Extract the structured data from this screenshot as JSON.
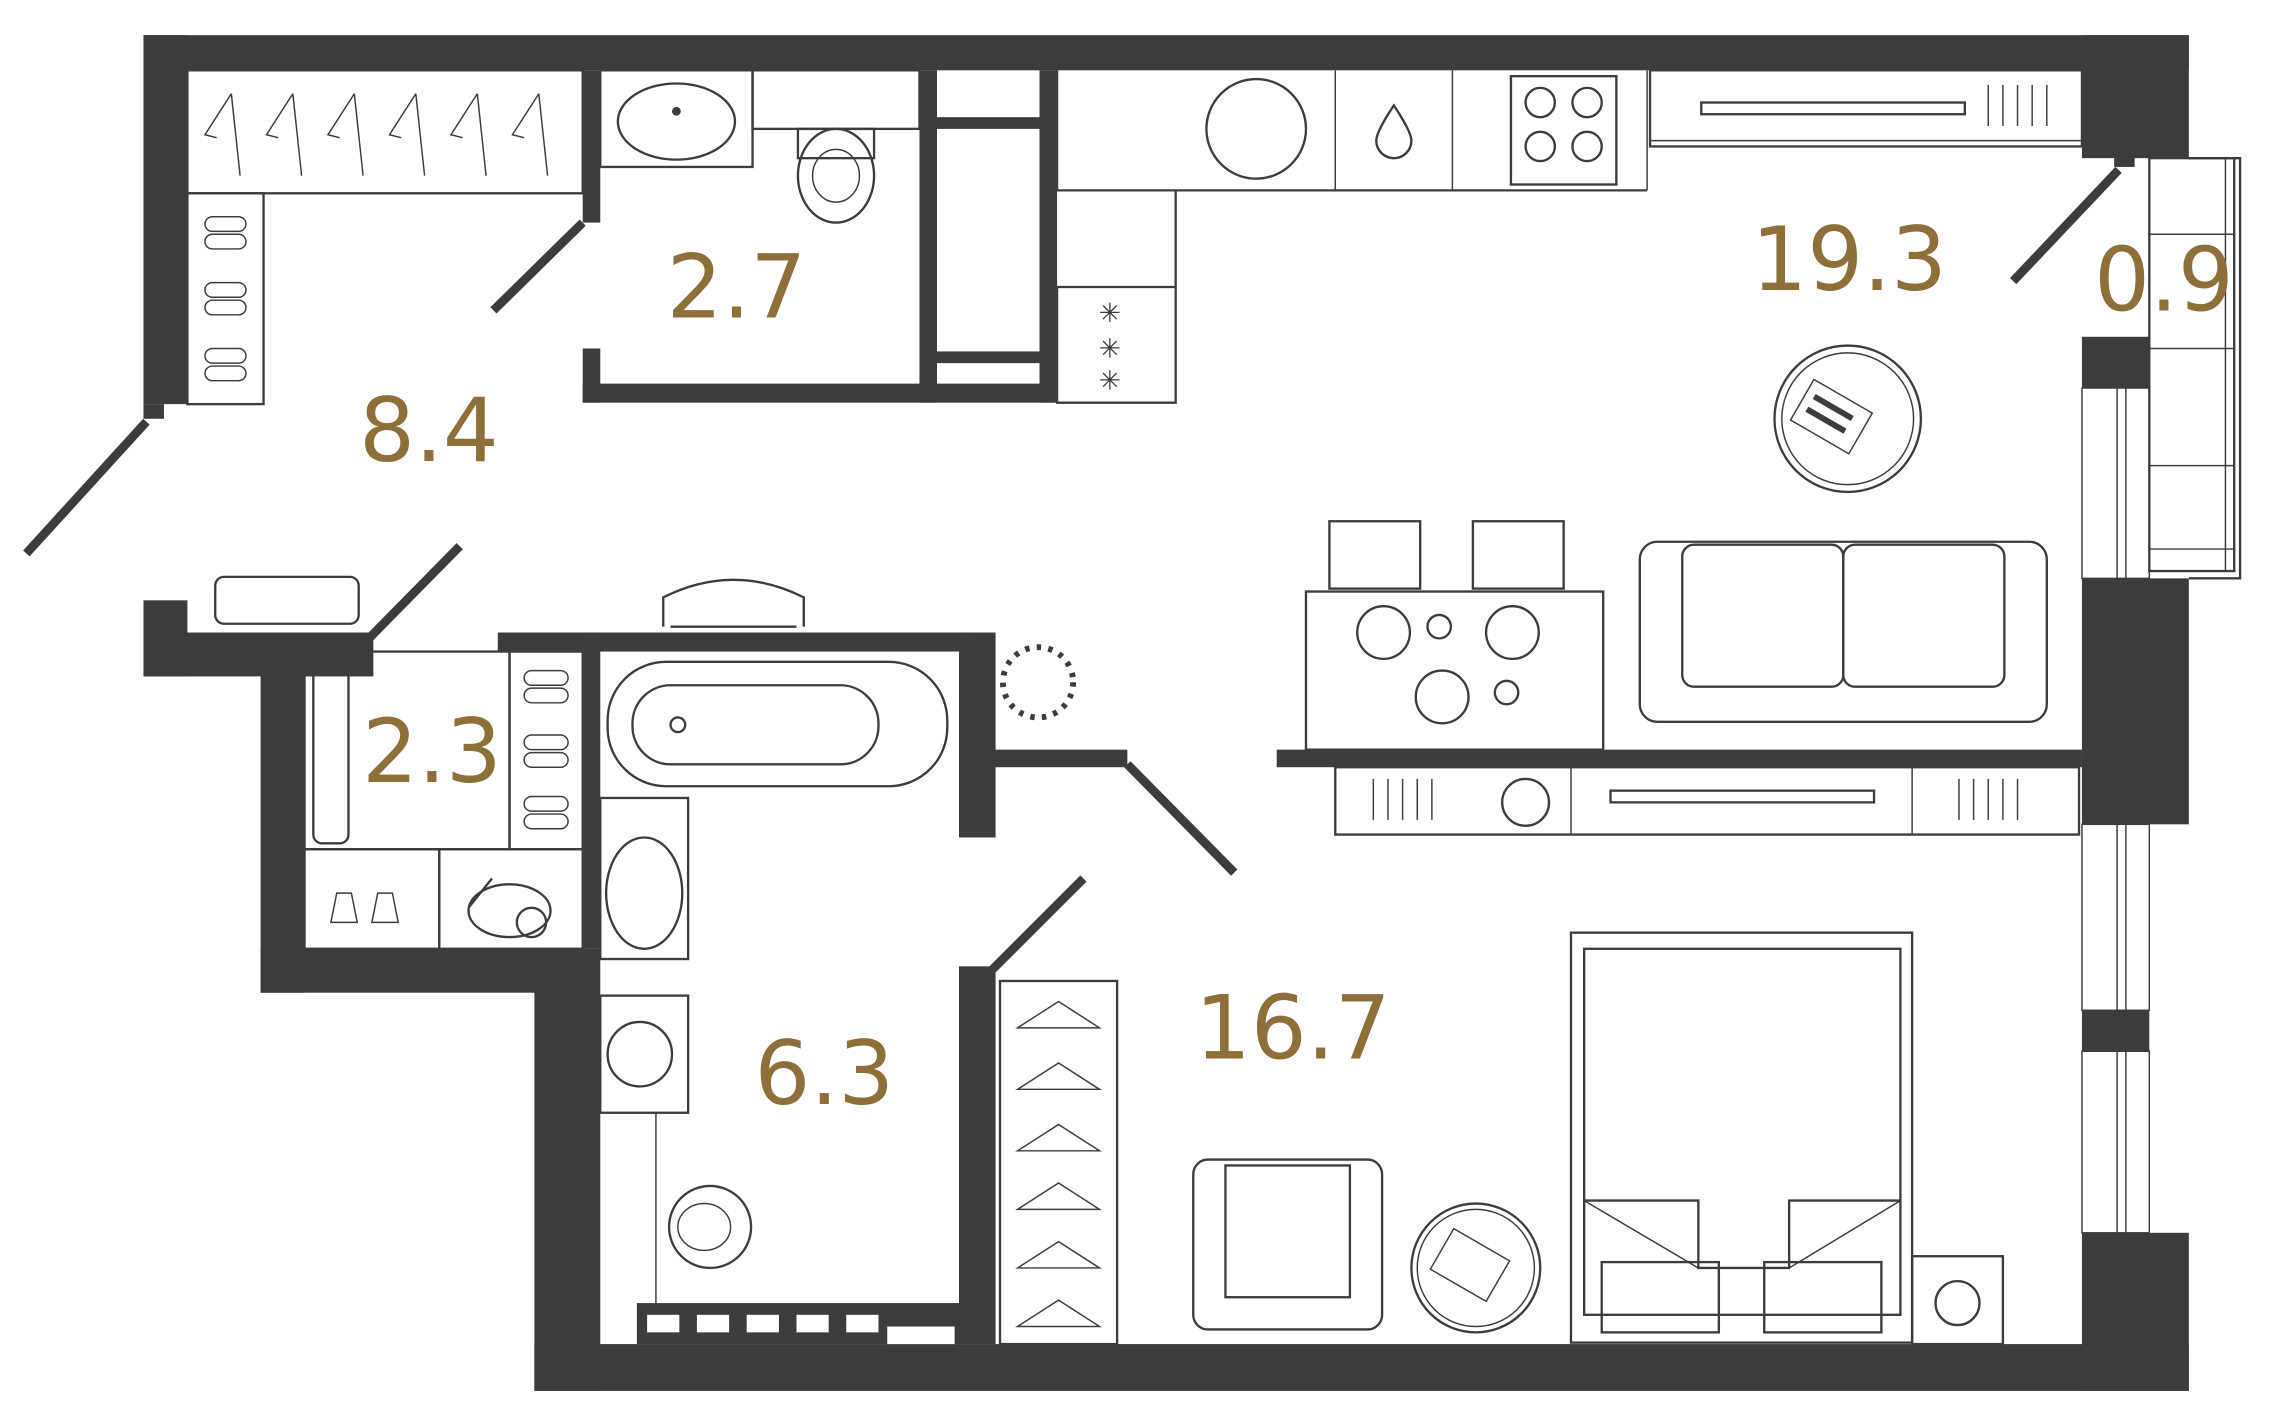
{
  "plan": {
    "colors": {
      "wall": "#3c3c3a",
      "area_label": "#8d6f3a",
      "background": "#ffffff"
    },
    "rooms": [
      {
        "id": "hall",
        "area": "8.4"
      },
      {
        "id": "wc",
        "area": "2.7"
      },
      {
        "id": "kitchen-living",
        "area": "19.3"
      },
      {
        "id": "balcony",
        "area": "0.9"
      },
      {
        "id": "storage",
        "area": "2.3"
      },
      {
        "id": "bathroom",
        "area": "6.3"
      },
      {
        "id": "bedroom",
        "area": "16.7"
      }
    ],
    "icons": [
      "hanger-icon",
      "slippers-icon",
      "sink-icon",
      "toilet-icon",
      "stove-icon",
      "fridge-icon",
      "water-drop-icon",
      "bathtub-icon",
      "washing-machine-icon",
      "vacuum-icon",
      "spray-bottle-icon",
      "sofa-icon",
      "dining-table-icon",
      "bed-icon",
      "armchair-icon",
      "coffee-table-icon",
      "tv-stand-icon",
      "plant-icon"
    ]
  }
}
